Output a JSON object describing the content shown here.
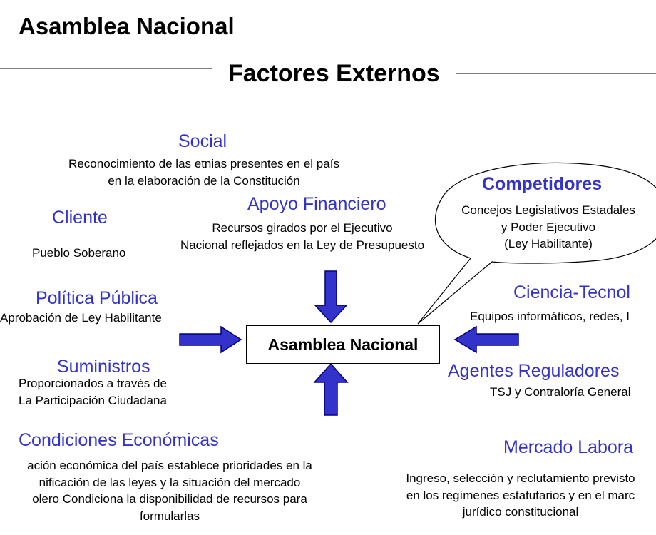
{
  "title": "Asamblea Nacional",
  "subtitle": "Factores Externos",
  "center_node": "Asamblea Nacional",
  "colors": {
    "heading": "#3333cc",
    "arrow_fill": "#3333cc",
    "arrow_stroke": "#000080"
  },
  "factors": {
    "social": {
      "heading": "Social",
      "lines": [
        "Reconocimiento de las etnias presentes en el país",
        "en la elaboración de la Constitución"
      ]
    },
    "cliente": {
      "heading": "Cliente",
      "lines": [
        "Pueblo  Soberano"
      ]
    },
    "apoyo": {
      "heading": "Apoyo Financiero",
      "lines": [
        "Recursos girados por el Ejecutivo",
        "Nacional reflejados en la Ley de Presupuesto"
      ]
    },
    "competidores": {
      "heading": "Competidores",
      "lines": [
        "Concejos Legislativos Estadales",
        "y Poder Ejecutivo",
        "(Ley Habilitante)"
      ]
    },
    "politica": {
      "heading": "Política Pública",
      "lines": [
        "Aprobación  de Ley Habilitante"
      ]
    },
    "ciencia": {
      "heading": "Ciencia-Tecnol",
      "lines": [
        "Equipos informáticos, redes, I"
      ]
    },
    "suministros": {
      "heading": "Suministros",
      "lines": [
        "Proporcionados a través de",
        "La Participación Ciudadana"
      ]
    },
    "agentes": {
      "heading": "Agentes Reguladores",
      "lines": [
        "TSJ y Contraloría General"
      ]
    },
    "condiciones": {
      "heading": "Condiciones Económicas",
      "lines": [
        "ación económica del  país establece prioridades en la",
        "nificación de las leyes y la situación del mercado",
        "olero Condiciona la disponibilidad de recursos para",
        "formularlas"
      ]
    },
    "mercado": {
      "heading": "Mercado Labora",
      "lines": [
        "Ingreso, selección  y reclutamiento previsto",
        "en los regímenes estatutarios y en el marc",
        "jurídico constitucional"
      ]
    }
  }
}
